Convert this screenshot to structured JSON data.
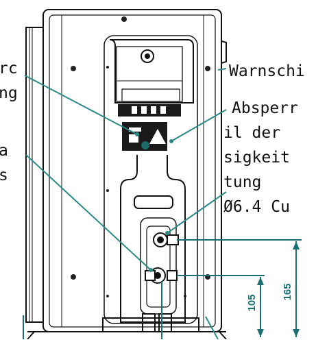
{
  "labels": {
    "left_1a": "rc",
    "left_1b": "ng",
    "left_2a": "a",
    "left_2b": "s",
    "warn": "Warnschi",
    "valve_1": "Absperr",
    "valve_2": "il der",
    "valve_3": "sigkeit",
    "valve_4": "tung",
    "valve_5": "Ø6.4 Cu"
  },
  "dimensions": {
    "upper": "165",
    "lower": "105"
  },
  "colors": {
    "leader": "#2a8a86",
    "dimension": "#1a6e75",
    "outline": "#111111"
  }
}
